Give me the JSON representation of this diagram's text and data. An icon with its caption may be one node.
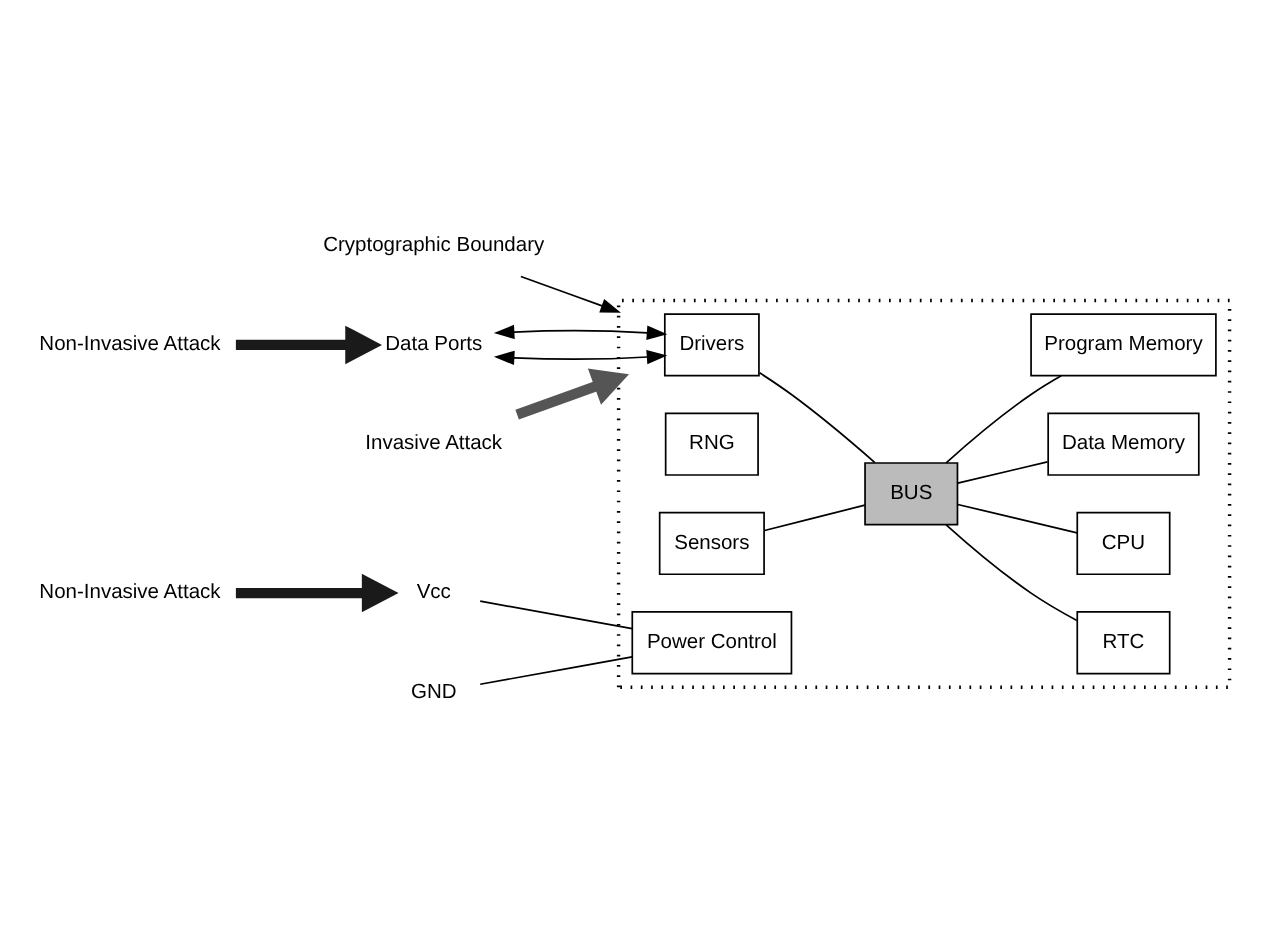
{
  "diagram": {
    "nodes": [
      {
        "text": [
          "Cryptographic Boundary"
        ]
      },
      {
        "text": [],
        "shape": "box"
      },
      {
        "text": [
          "Data Ports"
        ]
      },
      {
        "text": [
          "Drivers"
        ],
        "in": 1
      },
      {
        "text": [
          "RNG"
        ],
        "in": 1
      },
      {
        "text": [
          "Sensors"
        ],
        "in": 1
      },
      {
        "text": [
          "Power Control"
        ],
        "in": 1
      },
      {
        "text": [
          "BUS"
        ],
        "in": 1
      },
      {
        "text": [
          "RTC"
        ],
        "in": 1
      },
      {
        "text": [
          "CPU"
        ],
        "in": 1
      },
      {
        "text": [
          "Data Memory"
        ],
        "in": 1
      },
      {
        "text": [
          "Program Memory"
        ],
        "in": 1
      },
      {
        "text": [
          "Vcc"
        ]
      },
      {
        "text": [
          "GND"
        ]
      },
      {
        "text": [
          "Non-Invasive Attack"
        ]
      },
      {
        "text": [
          "Invasive Attack"
        ]
      },
      {
        "text": [
          "Non-Invasive Attack"
        ]
      }
    ],
    "edges": [
      {
        "from": 0,
        "to": 1,
        "arrow": "to"
      },
      {
        "from": 2,
        "to": 3,
        "arrow": "both"
      },
      {
        "from": 2,
        "to": 3,
        "arrow": "both"
      },
      {
        "from": 3,
        "to": 7,
        "arrow": "none"
      },
      {
        "from": 5,
        "to": 7,
        "arrow": "none"
      },
      {
        "from": 7,
        "to": 8,
        "arrow": "none"
      },
      {
        "from": 7,
        "to": 9,
        "arrow": "none"
      },
      {
        "from": 7,
        "to": 10,
        "arrow": "none"
      },
      {
        "from": 7,
        "to": 11,
        "arrow": "none"
      },
      {
        "from": 12,
        "to": 6,
        "arrow": "none"
      },
      {
        "from": 13,
        "to": 6,
        "arrow": "none"
      },
      {
        "from": 14,
        "to": 2,
        "arrow": "to",
        "style": "thick",
        "color": "#1a1a1a"
      },
      {
        "from": 15,
        "to": 1,
        "arrow": "to",
        "style": "thick",
        "color": "#555555"
      },
      {
        "from": 16,
        "to": 12,
        "arrow": "to",
        "style": "thick",
        "color": "#1a1a1a"
      }
    ]
  }
}
